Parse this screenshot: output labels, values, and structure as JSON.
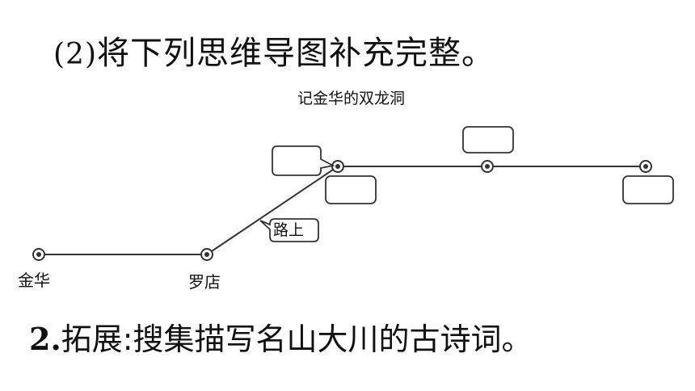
{
  "question2": {
    "number": "(2)",
    "text": "将下列思维导图补充完整。"
  },
  "diagram": {
    "title": "记金华的双龙洞",
    "stations": [
      {
        "id": "jinhua",
        "label": "金华"
      },
      {
        "id": "luodian",
        "label": "罗店"
      }
    ],
    "route_label": "路上",
    "blank_boxes": 4
  },
  "extension": {
    "number": "2.",
    "prefix": "拓展",
    "colon": ":",
    "text": "搜集描写名山大川的古诗词。"
  },
  "colors": {
    "ink": "#111111",
    "line": "#333333",
    "background": "#ffffff"
  }
}
